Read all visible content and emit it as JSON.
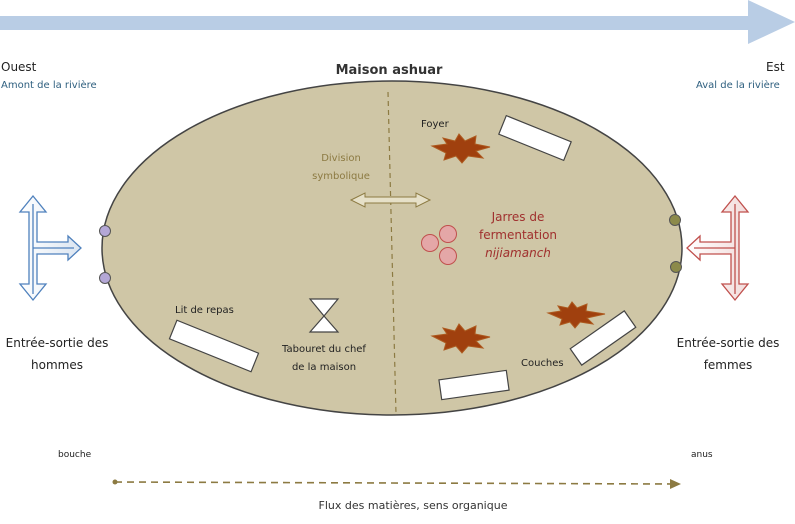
{
  "title": "Maison ashuar",
  "west": {
    "label": "Ouest",
    "sub": "Amont de la rivière"
  },
  "east": {
    "label": "Est",
    "sub": "Aval de la rivière"
  },
  "division": [
    "Division",
    "symbolique"
  ],
  "foyer": "Foyer",
  "jarres": [
    "Jarres de",
    "fermentation",
    "nijiamanch"
  ],
  "lit": "Lit de repas",
  "tabouret": [
    "Tabouret du chef",
    "de la maison"
  ],
  "couches": "Couches",
  "men_entry": [
    "Entrée-sortie des",
    "hommes"
  ],
  "women_entry": [
    "Entrée-sortie des",
    "femmes"
  ],
  "bouche": "bouche",
  "anus": "anus",
  "flux": "Flux des matières, sens organique",
  "colors": {
    "house": "#cfc6a6",
    "men": "#4f81bd",
    "women": "#c0504d",
    "fire": "#a0400e",
    "jar": "#e4a7a7",
    "top_arrow": "#b9cde5",
    "flux": "#8c7a42"
  }
}
